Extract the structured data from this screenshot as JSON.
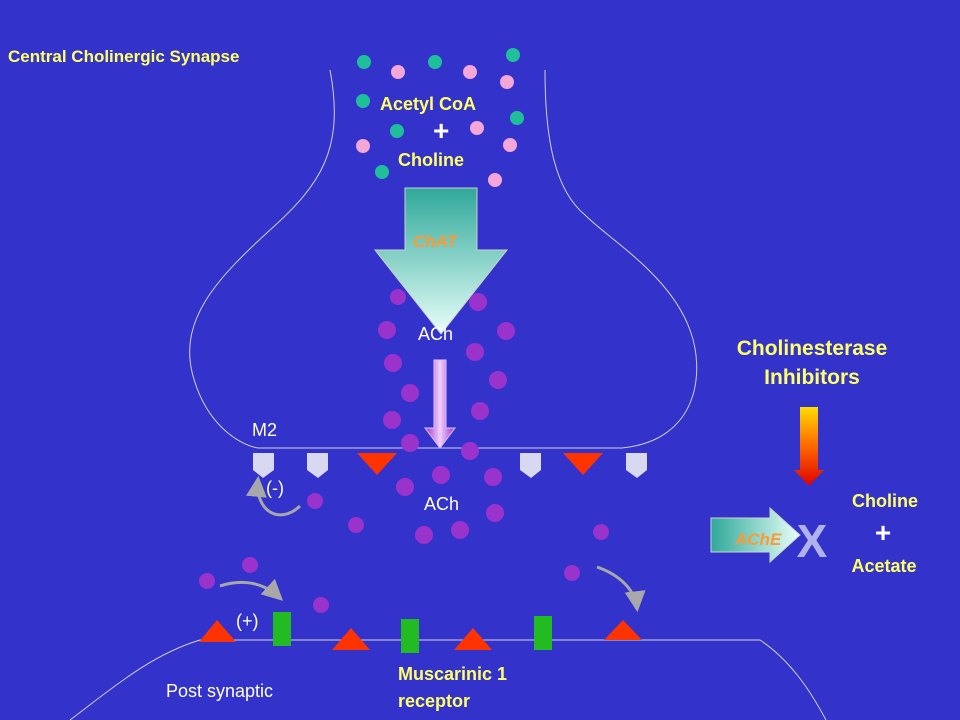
{
  "title": "Central Cholinergic Synapse",
  "presynaptic": {
    "acetyl_coa": "Acetyl CoA",
    "plus": "+",
    "choline": "Choline",
    "enzyme": "ChAT",
    "product": "ACh"
  },
  "cleft": {
    "autoreceptor": "M2",
    "neg_feedback": "(-)",
    "ach": "ACh",
    "pos_effect": "(+)"
  },
  "postsynaptic": {
    "label": "Post synaptic",
    "receptor_line1": "Muscarinic 1",
    "receptor_line2": "receptor"
  },
  "inhibitors": {
    "line1": "Cholinesterase",
    "line2": "Inhibitors",
    "enzyme": "AChE",
    "block_mark": "X",
    "product1": "Choline",
    "plus": "+",
    "product2": "Acetate"
  },
  "colors": {
    "background": "#3333cc",
    "teal_dot": "#1fbf9a",
    "pink_dot": "#f4a6d7",
    "ach_dot": "#9933cc",
    "m1_receptor": "#22bb22",
    "triangle_receptor": "#ff3300",
    "m2_receptor": "#d8d8f0",
    "title_text": "#ffff66"
  }
}
